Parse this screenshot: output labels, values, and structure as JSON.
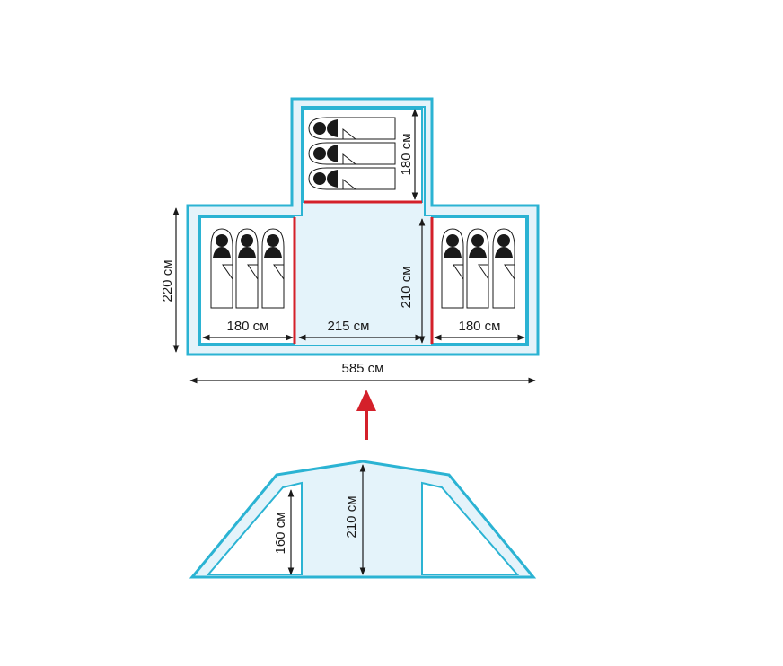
{
  "colors": {
    "tent_outline": "#2bb3d3",
    "floor_fill": "#e4f3fa",
    "divider": "#d4202a",
    "arrow": "#d4202a",
    "ink": "#1a1a1a"
  },
  "plan": {
    "top_bedroom_width": "180 см",
    "left_bedroom_depth": "220 см",
    "left_bedroom_width": "180 см",
    "vestibule_width": "215 см",
    "vestibule_depth": "210 см",
    "right_bedroom_width": "180 см",
    "total_width": "585 см"
  },
  "section": {
    "side_height": "160 см",
    "center_height": "210 см"
  },
  "icons": {
    "sleeper": "sleeping-bag-person-icon",
    "direction": "arrow-up-icon"
  }
}
